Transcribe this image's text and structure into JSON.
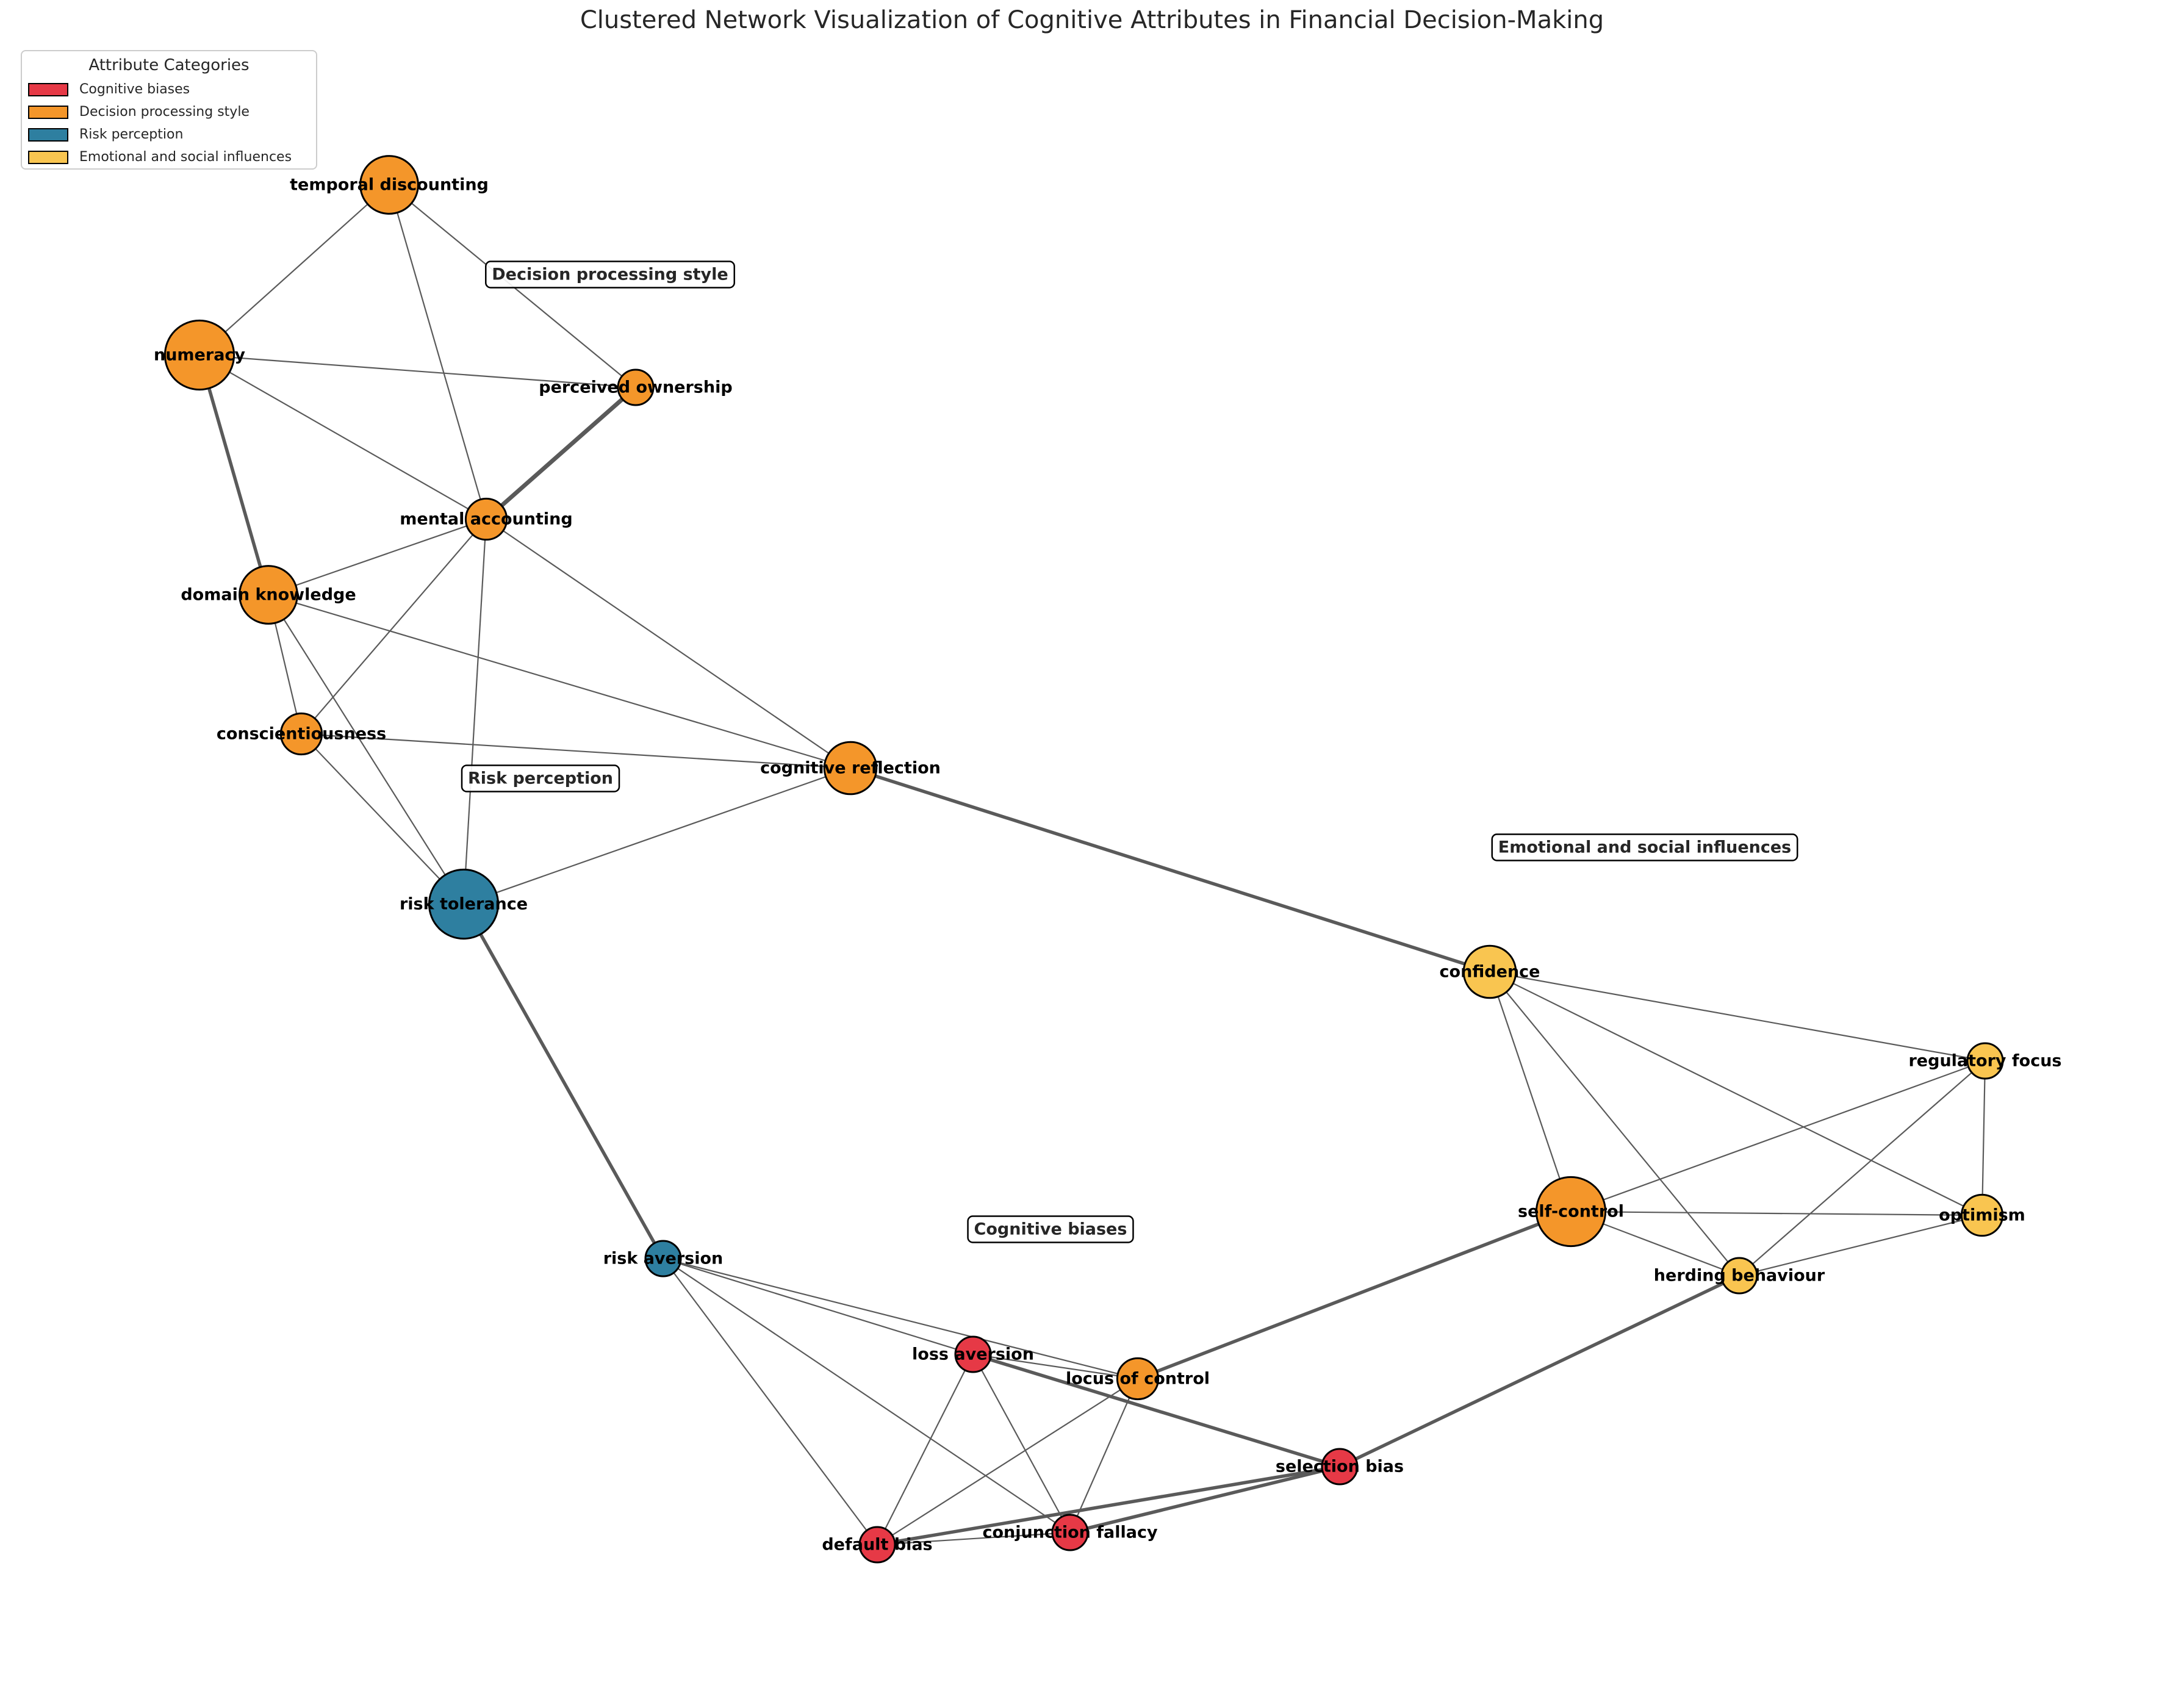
{
  "title": "Clustered Network Visualization of Cognitive Attributes in Financial Decision-Making",
  "legend": {
    "title": "Attribute Categories",
    "items": [
      {
        "label": "Cognitive biases",
        "color": "#e63946"
      },
      {
        "label": "Decision processing style",
        "color": "#f4962a"
      },
      {
        "label": "Risk perception",
        "color": "#2e7fa0"
      },
      {
        "label": "Emotional and social influences",
        "color": "#f9c550"
      }
    ]
  },
  "cluster_labels": [
    {
      "id": "cl-decision",
      "text": "Decision processing style"
    },
    {
      "id": "cl-risk",
      "text": "Risk perception"
    },
    {
      "id": "cl-emotional",
      "text": "Emotional and social influences"
    },
    {
      "id": "cl-biases",
      "text": "Cognitive biases"
    }
  ],
  "nodes": [
    {
      "id": "temporal-discounting",
      "label": "temporal discounting",
      "category": 1,
      "weight": 3
    },
    {
      "id": "numeracy",
      "label": "numeracy",
      "category": 1,
      "weight": 4
    },
    {
      "id": "perceived-ownership",
      "label": "perceived ownership",
      "category": 1,
      "weight": 1
    },
    {
      "id": "mental-accounting",
      "label": "mental accounting",
      "category": 1,
      "weight": 1.5
    },
    {
      "id": "domain-knowledge",
      "label": "domain knowledge",
      "category": 1,
      "weight": 3
    },
    {
      "id": "conscientiousness",
      "label": "conscientiousness",
      "category": 1,
      "weight": 1.5
    },
    {
      "id": "cognitive-reflection",
      "label": "cognitive reflection",
      "category": 1,
      "weight": 2.5
    },
    {
      "id": "risk-tolerance",
      "label": "risk tolerance",
      "category": 2,
      "weight": 4
    },
    {
      "id": "confidence",
      "label": "confidence",
      "category": 3,
      "weight": 2.5
    },
    {
      "id": "regulatory-focus",
      "label": "regulatory focus",
      "category": 3,
      "weight": 1
    },
    {
      "id": "self-control",
      "label": "self-control",
      "category": 1,
      "weight": 4
    },
    {
      "id": "optimism",
      "label": "optimism",
      "category": 3,
      "weight": 1.5
    },
    {
      "id": "herding-behaviour",
      "label": "herding behaviour",
      "category": 3,
      "weight": 1
    },
    {
      "id": "risk-aversion",
      "label": "risk aversion",
      "category": 2,
      "weight": 1
    },
    {
      "id": "loss-aversion",
      "label": "loss aversion",
      "category": 0,
      "weight": 1
    },
    {
      "id": "locus-of-control",
      "label": "locus of control",
      "category": 1,
      "weight": 1.5
    },
    {
      "id": "selection-bias",
      "label": "selection bias",
      "category": 0,
      "weight": 1
    },
    {
      "id": "conjunction-fallacy",
      "label": "conjunction fallacy",
      "category": 0,
      "weight": 1
    },
    {
      "id": "default-bias",
      "label": "default bias",
      "category": 0,
      "weight": 1
    }
  ],
  "edges": [
    {
      "source": "temporal-discounting",
      "target": "numeracy",
      "strength": 1
    },
    {
      "source": "temporal-discounting",
      "target": "perceived-ownership",
      "strength": 1
    },
    {
      "source": "temporal-discounting",
      "target": "mental-accounting",
      "strength": 1
    },
    {
      "source": "numeracy",
      "target": "perceived-ownership",
      "strength": 1
    },
    {
      "source": "numeracy",
      "target": "mental-accounting",
      "strength": 1
    },
    {
      "source": "numeracy",
      "target": "domain-knowledge",
      "strength": 3
    },
    {
      "source": "perceived-ownership",
      "target": "mental-accounting",
      "strength": 4
    },
    {
      "source": "mental-accounting",
      "target": "domain-knowledge",
      "strength": 1
    },
    {
      "source": "mental-accounting",
      "target": "conscientiousness",
      "strength": 1
    },
    {
      "source": "mental-accounting",
      "target": "cognitive-reflection",
      "strength": 1
    },
    {
      "source": "mental-accounting",
      "target": "risk-tolerance",
      "strength": 1
    },
    {
      "source": "domain-knowledge",
      "target": "conscientiousness",
      "strength": 1
    },
    {
      "source": "domain-knowledge",
      "target": "cognitive-reflection",
      "strength": 1
    },
    {
      "source": "domain-knowledge",
      "target": "risk-tolerance",
      "strength": 1
    },
    {
      "source": "conscientiousness",
      "target": "cognitive-reflection",
      "strength": 1
    },
    {
      "source": "conscientiousness",
      "target": "risk-tolerance",
      "strength": 1
    },
    {
      "source": "cognitive-reflection",
      "target": "risk-tolerance",
      "strength": 1
    },
    {
      "source": "cognitive-reflection",
      "target": "confidence",
      "strength": 3
    },
    {
      "source": "risk-tolerance",
      "target": "risk-aversion",
      "strength": 3
    },
    {
      "source": "confidence",
      "target": "regulatory-focus",
      "strength": 1
    },
    {
      "source": "confidence",
      "target": "self-control",
      "strength": 1
    },
    {
      "source": "confidence",
      "target": "optimism",
      "strength": 1
    },
    {
      "source": "confidence",
      "target": "herding-behaviour",
      "strength": 1
    },
    {
      "source": "regulatory-focus",
      "target": "self-control",
      "strength": 1
    },
    {
      "source": "regulatory-focus",
      "target": "optimism",
      "strength": 1
    },
    {
      "source": "regulatory-focus",
      "target": "herding-behaviour",
      "strength": 1
    },
    {
      "source": "self-control",
      "target": "optimism",
      "strength": 1
    },
    {
      "source": "self-control",
      "target": "herding-behaviour",
      "strength": 1
    },
    {
      "source": "self-control",
      "target": "locus-of-control",
      "strength": 3
    },
    {
      "source": "optimism",
      "target": "herding-behaviour",
      "strength": 1
    },
    {
      "source": "herding-behaviour",
      "target": "selection-bias",
      "strength": 3
    },
    {
      "source": "risk-aversion",
      "target": "loss-aversion",
      "strength": 1
    },
    {
      "source": "risk-aversion",
      "target": "locus-of-control",
      "strength": 1
    },
    {
      "source": "risk-aversion",
      "target": "conjunction-fallacy",
      "strength": 1
    },
    {
      "source": "risk-aversion",
      "target": "default-bias",
      "strength": 1
    },
    {
      "source": "loss-aversion",
      "target": "locus-of-control",
      "strength": 1
    },
    {
      "source": "loss-aversion",
      "target": "selection-bias",
      "strength": 3
    },
    {
      "source": "loss-aversion",
      "target": "conjunction-fallacy",
      "strength": 1
    },
    {
      "source": "loss-aversion",
      "target": "default-bias",
      "strength": 1
    },
    {
      "source": "locus-of-control",
      "target": "conjunction-fallacy",
      "strength": 1
    },
    {
      "source": "locus-of-control",
      "target": "default-bias",
      "strength": 1
    },
    {
      "source": "selection-bias",
      "target": "conjunction-fallacy",
      "strength": 3
    },
    {
      "source": "selection-bias",
      "target": "default-bias",
      "strength": 3
    },
    {
      "source": "conjunction-fallacy",
      "target": "default-bias",
      "strength": 1
    }
  ]
}
